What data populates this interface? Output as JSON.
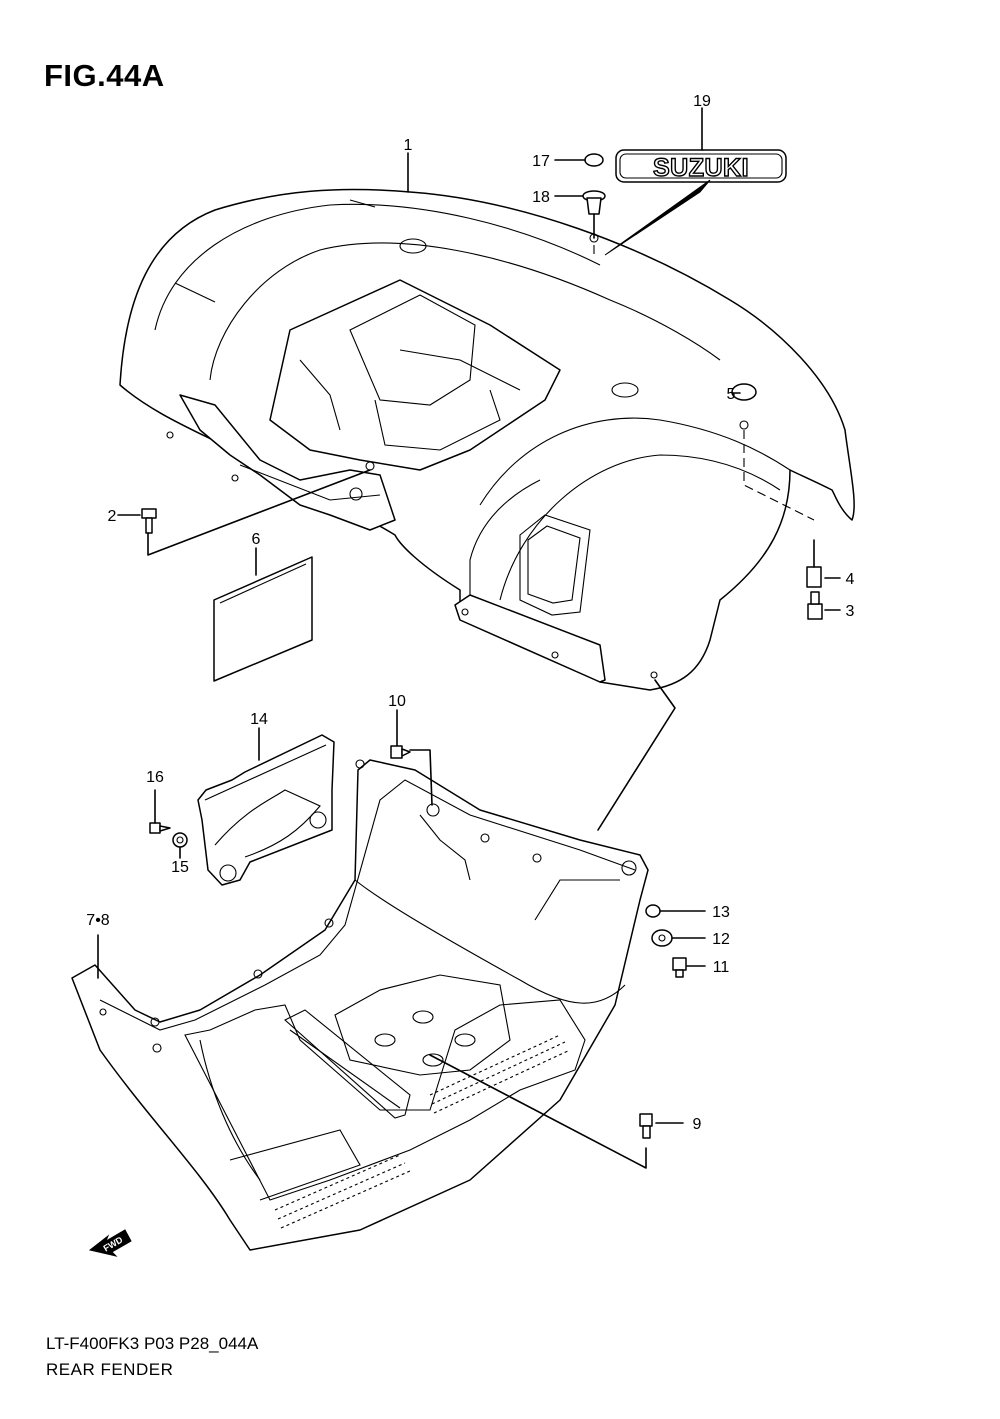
{
  "figure": {
    "title": "FIG.44A",
    "model_code": "LT-F400FK3 P03 P28_044A",
    "name": "REAR FENDER"
  },
  "emblem": {
    "text": "SUZUKI"
  },
  "direction_marker": {
    "text": "FWD",
    "icon": "arrow-icon"
  },
  "callouts": {
    "c1": "1",
    "c2": "2",
    "c3": "3",
    "c4": "4",
    "c5": "5",
    "c6": "6",
    "c7_8": "7•8",
    "c9": "9",
    "c10": "10",
    "c11": "11",
    "c12": "12",
    "c13": "13",
    "c14": "14",
    "c15": "15",
    "c16": "16",
    "c17": "17",
    "c18": "18",
    "c19": "19"
  }
}
